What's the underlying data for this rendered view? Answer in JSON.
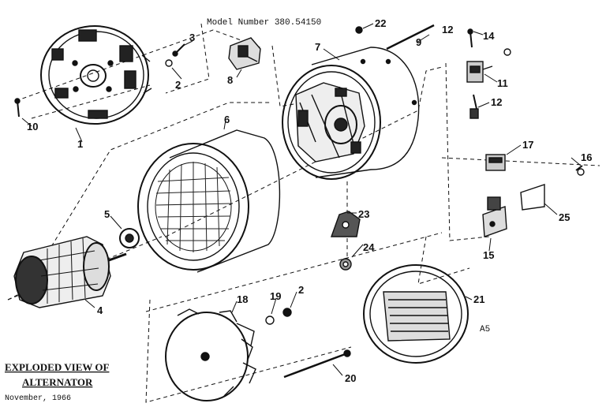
{
  "header": {
    "model_text": "Model Number 380.54150"
  },
  "caption": {
    "line1": "EXPLODED VIEW OF",
    "line2": "ALTERNATOR",
    "date": "November, 1966"
  },
  "corner_code": "A5",
  "callouts": {
    "c1": "1",
    "c2a": "2",
    "c2b": "2",
    "c3": "3",
    "c4": "4",
    "c5": "5",
    "c6": "6",
    "c7": "7",
    "c8": "8",
    "c9": "9",
    "c10": "10",
    "c11": "11",
    "c12a": "12",
    "c12b": "12",
    "c14": "14",
    "c15": "15",
    "c16": "16",
    "c17": "17",
    "c18": "18",
    "c19": "19",
    "c20": "20",
    "c21": "21",
    "c22": "22",
    "c23": "23",
    "c24": "24",
    "c25": "25"
  }
}
